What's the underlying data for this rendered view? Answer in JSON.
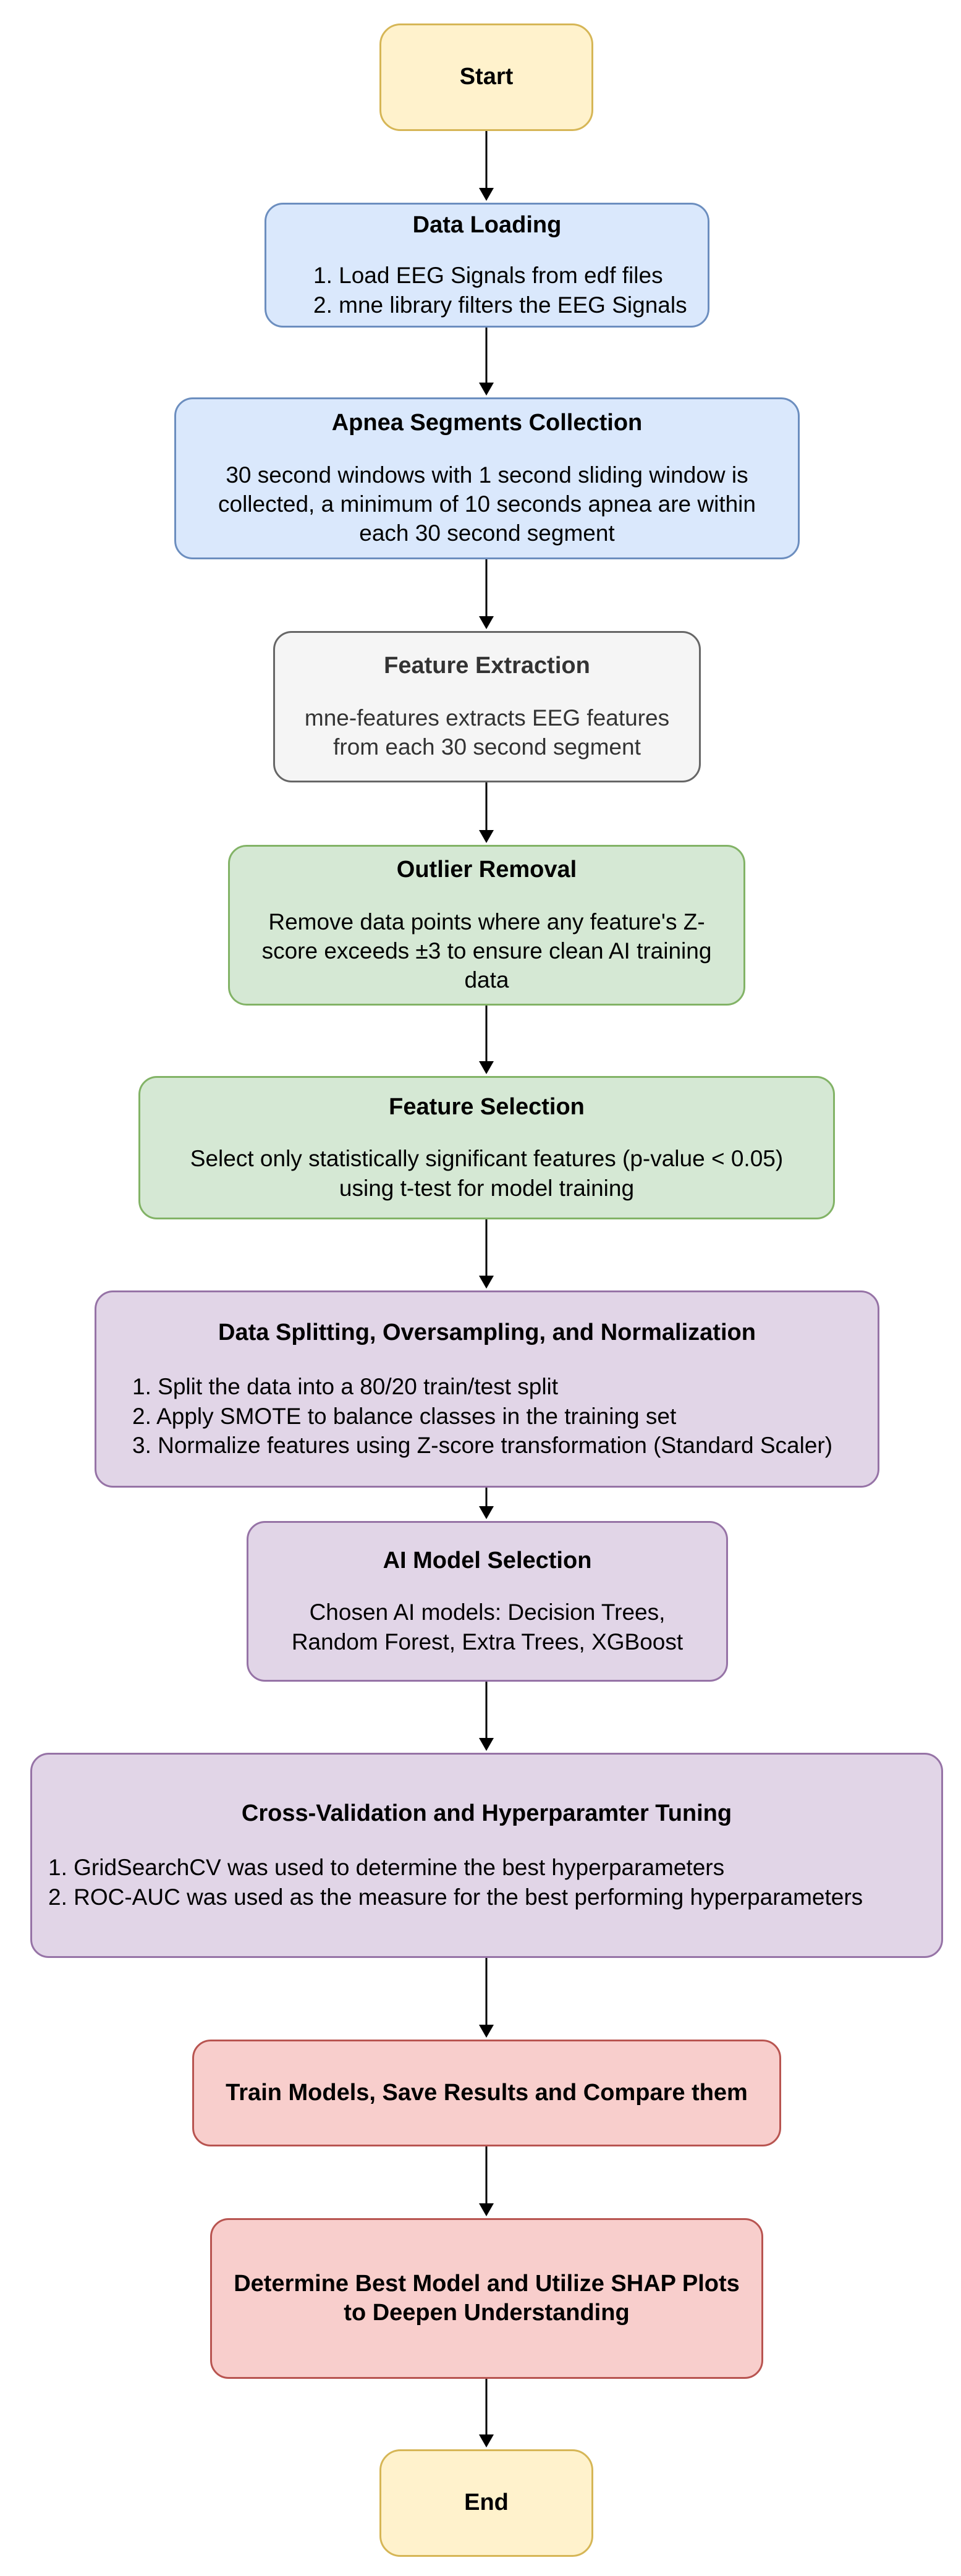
{
  "nodes": {
    "start": {
      "title": "Start"
    },
    "data_loading": {
      "title": "Data Loading",
      "lines": [
        "1. Load EEG Signals from edf files",
        "2. mne library filters the EEG Signals"
      ]
    },
    "apnea": {
      "title": "Apnea Segments Collection",
      "lines": [
        "30 second windows with 1 second sliding window is",
        "collected, a minimum of 10 seconds apnea are within",
        "each 30 second segment"
      ]
    },
    "feature_extraction": {
      "title": "Feature Extraction",
      "lines": [
        "mne-features extracts EEG features",
        "from each 30 second segment"
      ]
    },
    "outlier": {
      "title": "Outlier Removal",
      "lines": [
        "Remove data points where any feature's Z-",
        "score exceeds ±3 to ensure clean AI training",
        "data"
      ]
    },
    "feature_selection": {
      "title": "Feature Selection",
      "lines": [
        "Select only statistically significant features (p-value < 0.05)",
        "using t-test for model training"
      ]
    },
    "splitting": {
      "title": "Data Splitting, Oversampling, and Normalization",
      "lines": [
        "1. Split the data into a 80/20 train/test split",
        "2. Apply SMOTE to balance classes in the training set",
        "3. Normalize features using Z-score transformation (Standard Scaler)"
      ]
    },
    "model_selection": {
      "title": "AI Model Selection",
      "lines": [
        "Chosen AI models: Decision Trees,",
        "Random Forest, Extra Trees, XGBoost"
      ]
    },
    "cross_validation": {
      "title": "Cross-Validation and Hyperparamter Tuning",
      "lines": [
        "1. GridSearchCV was used to determine the best hyperparameters",
        "2. ROC-AUC was used as the measure for the best performing hyperparameters"
      ]
    },
    "train": {
      "title": "Train Models, Save Results and Compare them"
    },
    "shap": {
      "title_lines": [
        "Determine Best Model and Utilize SHAP Plots",
        "to Deepen Understanding"
      ]
    },
    "end": {
      "title": "End"
    }
  },
  "colors": {
    "yellow_fill": "#fff2cc",
    "yellow_stroke": "#d6b656",
    "blue_fill": "#dae8fc",
    "blue_stroke": "#6c8ebf",
    "grey_fill": "#f5f5f5",
    "grey_stroke": "#666666",
    "green_fill": "#d5e8d4",
    "green_stroke": "#82b366",
    "purple_fill": "#e1d5e7",
    "purple_stroke": "#9673a6",
    "red_fill": "#f8cecc",
    "red_stroke": "#b85450",
    "arrow": "#000000"
  }
}
